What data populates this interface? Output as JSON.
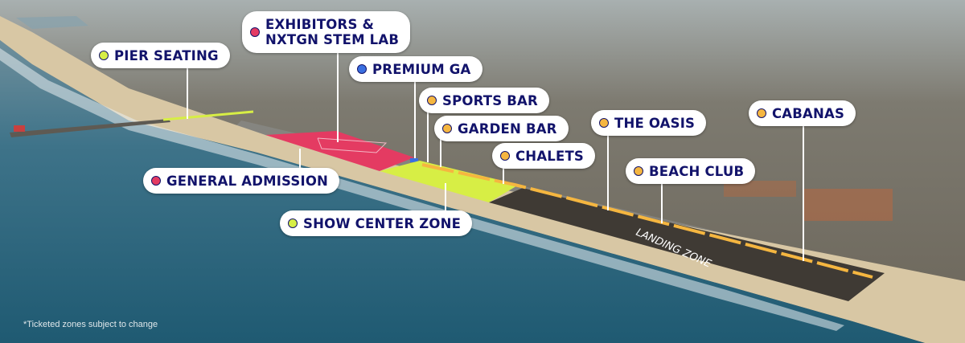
{
  "map": {
    "footnote": "*Ticketed zones subject to change",
    "landing_zone_label": "LANDING ZONE",
    "colors": {
      "general_admission": "#e43b62",
      "show_center": "#d7ee45",
      "premium_ga": "#3a6fe0",
      "hospitality": "#f5b640",
      "landing_zone": "#3f3a34",
      "label_text": "#12136b"
    },
    "labels": [
      {
        "id": "pier-seating",
        "text": "PIER SEATING",
        "color": "#d7ee45"
      },
      {
        "id": "exhibitors",
        "line1": "EXHIBITORS &",
        "line2": "NXTGN STEM LAB",
        "color": "#e43b62"
      },
      {
        "id": "premium-ga",
        "text": "PREMIUM GA",
        "color": "#3a6fe0"
      },
      {
        "id": "sports-bar",
        "text": "SPORTS BAR",
        "color": "#f5b640"
      },
      {
        "id": "garden-bar",
        "text": "GARDEN BAR",
        "color": "#f5b640"
      },
      {
        "id": "chalets",
        "text": "CHALETS",
        "color": "#f5b640"
      },
      {
        "id": "the-oasis",
        "text": "THE OASIS",
        "color": "#f5b640"
      },
      {
        "id": "cabanas",
        "text": "CABANAS",
        "color": "#f5b640"
      },
      {
        "id": "beach-club",
        "text": "BEACH CLUB",
        "color": "#f5b640"
      },
      {
        "id": "general-admission",
        "text": "GENERAL ADMISSION",
        "color": "#e43b62"
      },
      {
        "id": "show-center-zone",
        "text": "SHOW CENTER ZONE",
        "color": "#d7ee45"
      }
    ]
  }
}
